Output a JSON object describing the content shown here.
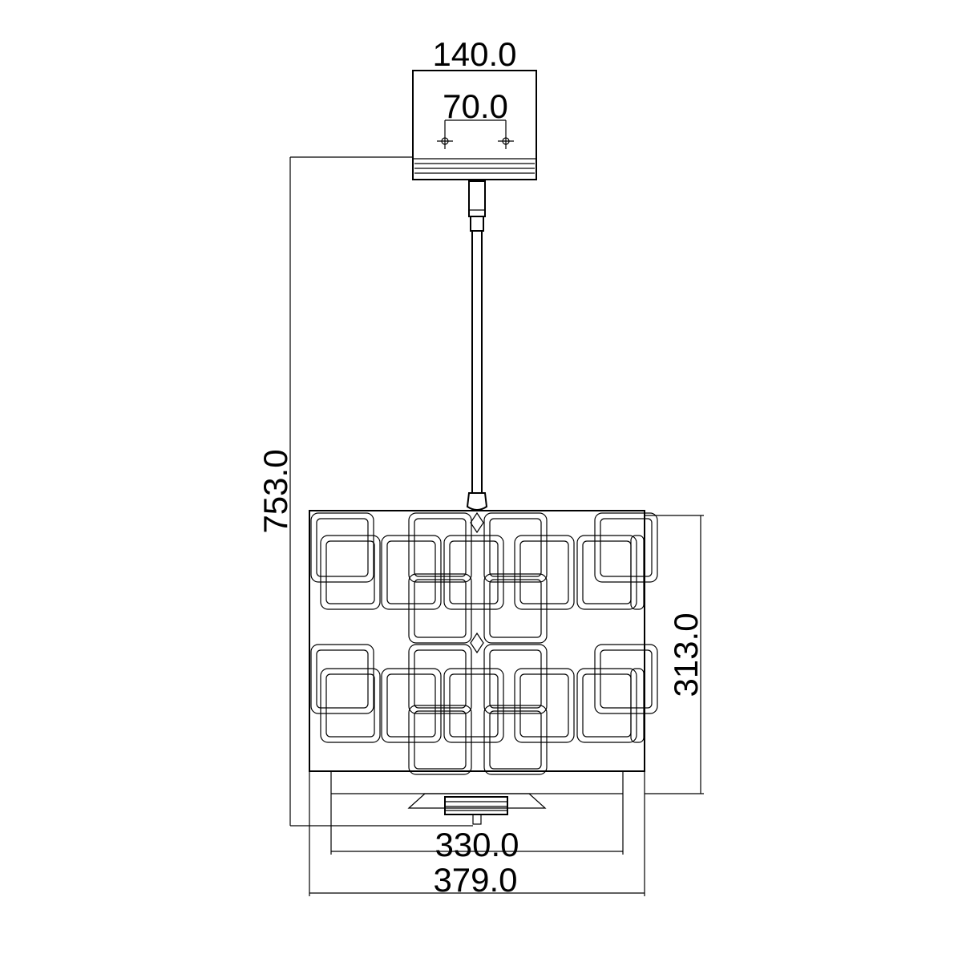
{
  "dimensions": {
    "canopy_width": "140.0",
    "mount_spacing": "70.0",
    "overall_height": "753.0",
    "shade_height": "313.0",
    "inner_width": "330.0",
    "overall_width": "379.0"
  }
}
